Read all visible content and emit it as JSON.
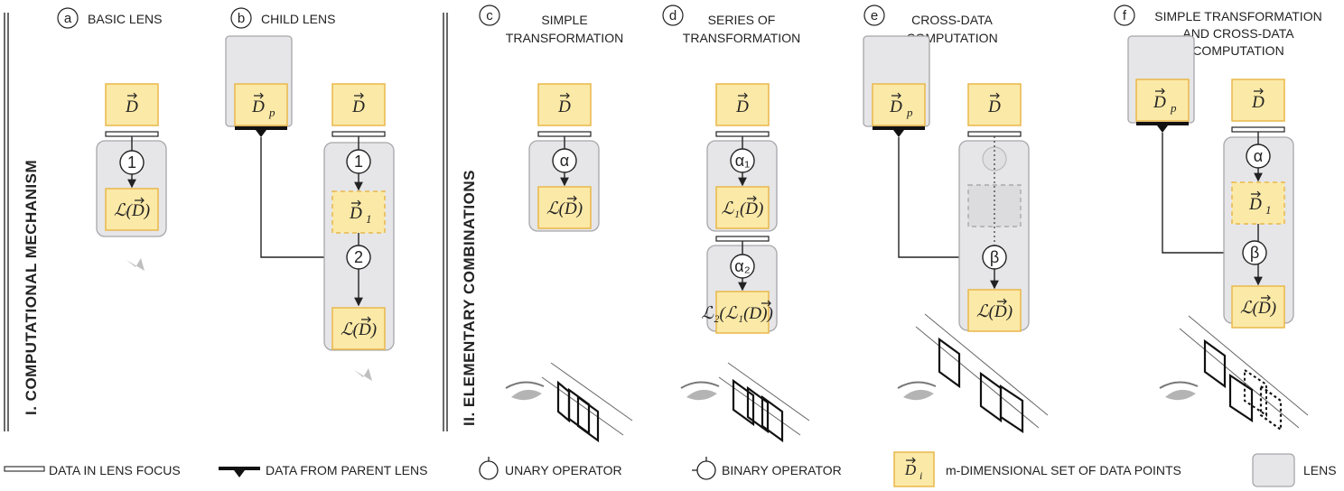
{
  "sections": {
    "computational": "I. COMPUTATIONAL MECHANISM",
    "elementary": "II. ELEMENTARY COMBINATIONS"
  },
  "panels": [
    {
      "letter": "a",
      "title_lines": [
        "BASIC LENS"
      ]
    },
    {
      "letter": "b",
      "title_lines": [
        "CHILD LENS"
      ]
    },
    {
      "letter": "c",
      "title_lines": [
        "SIMPLE",
        "TRANSFORMATION"
      ]
    },
    {
      "letter": "d",
      "title_lines": [
        "SERIES OF",
        "TRANSFORMATION"
      ]
    },
    {
      "letter": "e",
      "title_lines": [
        "CROSS-DATA",
        "COMPUTATION"
      ]
    },
    {
      "letter": "f",
      "title_lines": [
        "SIMPLE TRANSFORMATION",
        "AND CROSS-DATA",
        "COMPUTATION"
      ]
    }
  ],
  "math": {
    "D": "D",
    "Dp_base": "D",
    "Dp_sub": "p",
    "D1_base": "D",
    "D1_sub": "1",
    "LD": "ℒ(D)",
    "L1D": "ℒ₁(D)",
    "L2L1D": "ℒ₂(ℒ₁(D))",
    "Di_base": "D",
    "Di_sub": "i"
  },
  "operators": {
    "step1": "1",
    "step2": "2",
    "alpha": "α",
    "alpha1": "α₁",
    "alpha2": "α₂",
    "beta": "β"
  },
  "legend": {
    "focus": "DATA IN LENS FOCUS",
    "parent": "DATA FROM PARENT LENS",
    "unary": "UNARY OPERATOR",
    "binary": "BINARY OPERATOR",
    "dataset": "m-DIMENSIONAL SET OF DATA POINTS",
    "lens": "LENS"
  },
  "colors": {
    "data_fill": "#fbe9a7",
    "data_stroke": "#e9b74a",
    "lens_fill": "#e6e6e8",
    "line": "#222222"
  },
  "icons": [
    "eye-icon",
    "lens-planes-icon",
    "parent-data-marker-icon",
    "unary-operator-icon",
    "binary-operator-icon"
  ]
}
